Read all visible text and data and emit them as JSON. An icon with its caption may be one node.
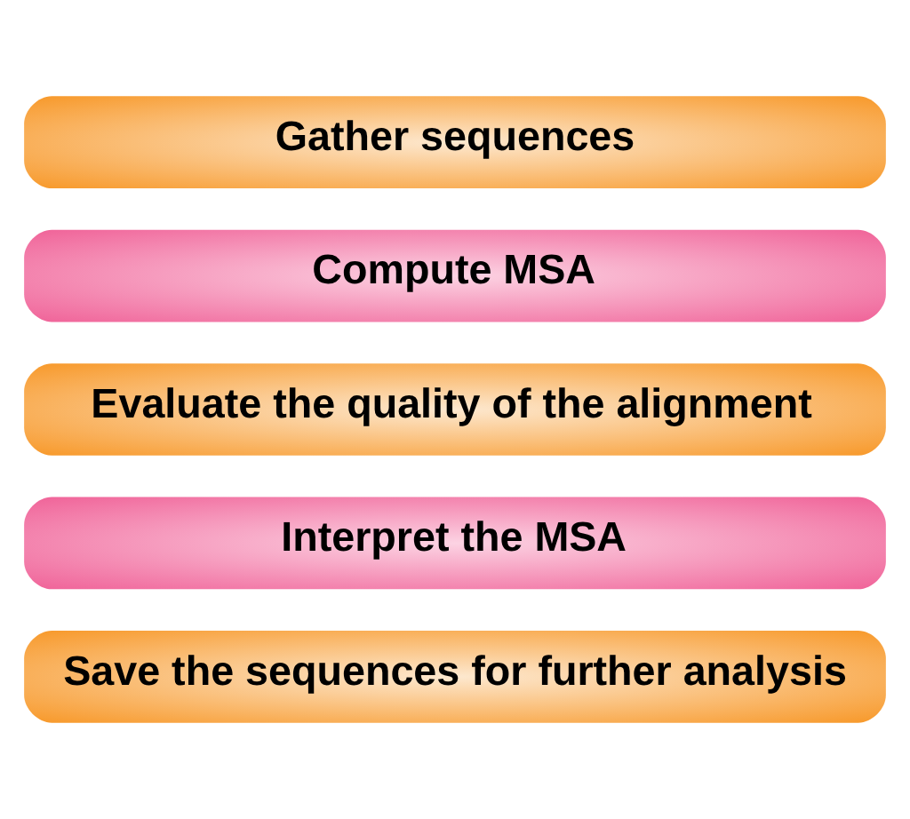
{
  "diagram": {
    "nodes": [
      {
        "text": [
          "Gather sequences"
        ]
      },
      {
        "text": [
          "Compute MSA"
        ]
      },
      {
        "text": [
          "Evaluate the quality of the alignment"
        ]
      },
      {
        "text": [
          "Interpret the MSA"
        ]
      },
      {
        "text": [
          "Save the sequences for further analysis"
        ]
      }
    ]
  }
}
